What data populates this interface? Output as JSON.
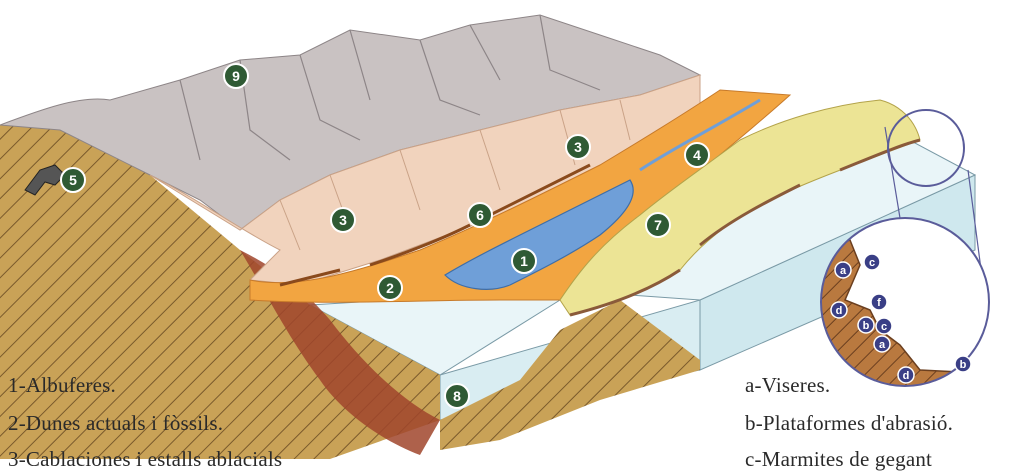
{
  "colors": {
    "mountain": "#c9c2c2",
    "mountain_shadow": "#a9a1a3",
    "slope": "#f1d3bd",
    "slope_dark": "#e0b99f",
    "dunes": "#f2a541",
    "dunes_dark": "#d9842a",
    "lagoon": "#6f9fd8",
    "cliff": "#ece495",
    "cliff_dark": "#c9b95e",
    "sea_top": "#e6f3f6",
    "sea_side": "#cfe8ee",
    "soil": "#c9a257",
    "soil_dark": "#8a5a3a",
    "badge": "#2f5a34",
    "letter_badge": "#3a3f86",
    "circle_stroke": "#5a5c9a"
  },
  "markers": [
    "1",
    "2",
    "3",
    "3",
    "4",
    "5",
    "6",
    "7",
    "8",
    "9"
  ],
  "inset_markers": [
    "a",
    "c",
    "f",
    "d",
    "b",
    "c",
    "a",
    "d",
    "b"
  ],
  "legend": {
    "left": [
      "1-Albuferes.",
      "2-Dunes actuals i fòssils.",
      "3-Cablaciones i estalls ablacials"
    ],
    "right": [
      "a-Viseres.",
      "b-Plataformes d'abrasió.",
      "c-Marmites de gegant"
    ]
  }
}
